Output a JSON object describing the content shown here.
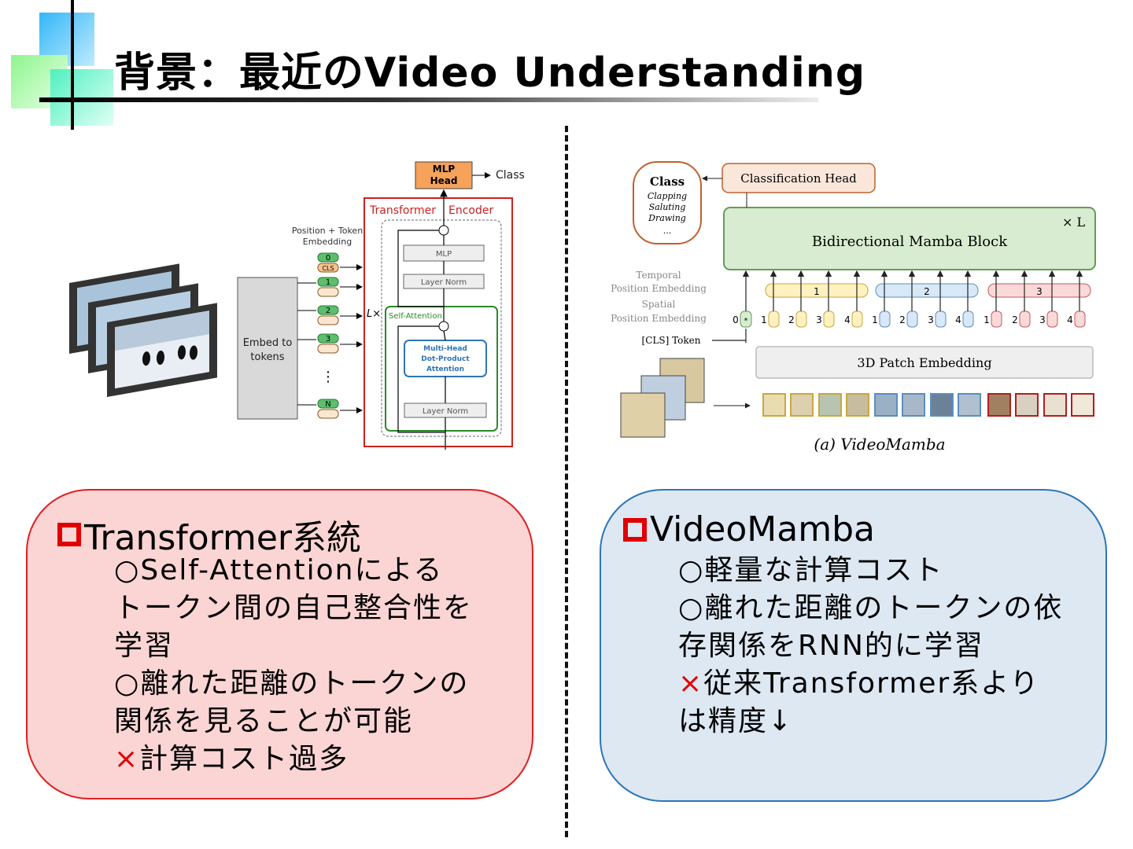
{
  "title": "背景：最近のVideo Understanding",
  "left_figure": {
    "mlp_head": "MLP\nHead",
    "class_label": "Class",
    "encoder_title_1": "Transformer",
    "encoder_title_2": "Encoder",
    "pos_embed_label_1": "Position + Token",
    "pos_embed_label_2": "Embedding",
    "embed_box": "Embed to",
    "embed_box_2": "tokens",
    "tokens": [
      "0",
      "1",
      "2",
      "3",
      "N"
    ],
    "cls": "CLS",
    "dots": "⋮",
    "lx": "L×",
    "mlp": "MLP",
    "layer_norm": "Layer Norm",
    "self_attention": "Self-Attention",
    "mhdpa_1": "Multi-Head",
    "mhdpa_2": "Dot-Product",
    "mhdpa_3": "Attention",
    "layer_norm_2": "Layer Norm"
  },
  "right_figure": {
    "class_title": "Class",
    "classes": [
      "Clapping",
      "Saluting",
      "Drawing",
      "..."
    ],
    "classification_head": "Classification Head",
    "mamba_block": "Bidirectional Mamba Block",
    "times_l": "× L",
    "temporal_label_1": "Temporal",
    "temporal_label_2": "Position Embedding",
    "spatial_label_1": "Spatial",
    "spatial_label_2": "Position Embedding",
    "cls_token_label": "[CLS] Token",
    "temporal_groups": [
      "1",
      "2",
      "3"
    ],
    "spatial_tokens": [
      "1",
      "2",
      "3",
      "4"
    ],
    "cls_tokens": [
      "0",
      "*"
    ],
    "patch_embedding": "3D Patch Embedding",
    "caption": "(a) VideoMamba",
    "colors": {
      "yellow": "#fff2c0",
      "blue": "#d9e8f7",
      "red": "#fbd9d9",
      "green": "#d7ecd0"
    }
  },
  "left_box": {
    "heading": "Transformer系統",
    "lines": [
      "○Self-Attentionによる",
      "トークン間の自己整合性を",
      "学習",
      "○離れた距離のトークンの",
      "関係を見ることが可能"
    ],
    "cross_mark": "×",
    "cross_text": "計算コスト過多"
  },
  "right_box": {
    "heading": "VideoMamba",
    "lines": [
      "○軽量な計算コスト",
      "○離れた距離のトークンの依",
      "存関係をRNN的に学習"
    ],
    "cross_mark": "×",
    "cross_text": "従来Transformer系より",
    "cross_text_2": "は精度↓"
  }
}
